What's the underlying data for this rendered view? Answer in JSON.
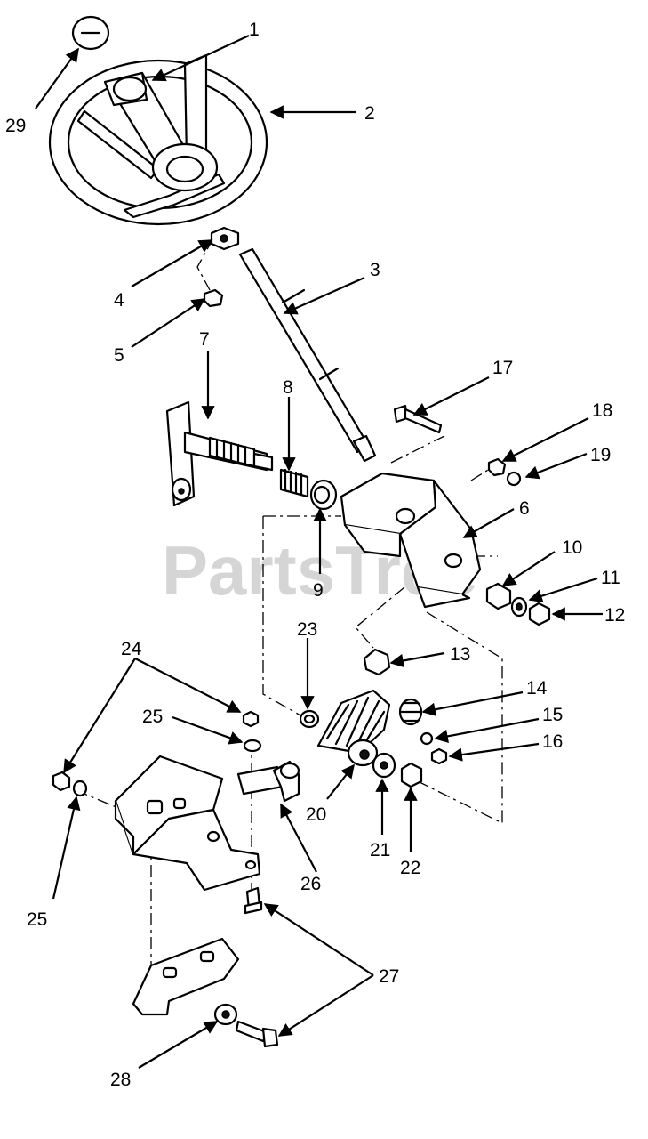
{
  "watermark": {
    "text": "PartsTree",
    "trademark": "™"
  },
  "callouts": [
    {
      "id": "c1",
      "text": "1"
    },
    {
      "id": "c2",
      "text": "2"
    },
    {
      "id": "c3",
      "text": "3"
    },
    {
      "id": "c4",
      "text": "4"
    },
    {
      "id": "c5",
      "text": "5"
    },
    {
      "id": "c6",
      "text": "6"
    },
    {
      "id": "c7",
      "text": "7"
    },
    {
      "id": "c8",
      "text": "8"
    },
    {
      "id": "c9",
      "text": "9"
    },
    {
      "id": "c10",
      "text": "10"
    },
    {
      "id": "c11",
      "text": "11"
    },
    {
      "id": "c12",
      "text": "12"
    },
    {
      "id": "c13",
      "text": "13"
    },
    {
      "id": "c14",
      "text": "14"
    },
    {
      "id": "c15",
      "text": "15"
    },
    {
      "id": "c16",
      "text": "16"
    },
    {
      "id": "c17",
      "text": "17"
    },
    {
      "id": "c18",
      "text": "18"
    },
    {
      "id": "c19",
      "text": "19"
    },
    {
      "id": "c20",
      "text": "20"
    },
    {
      "id": "c21",
      "text": "21"
    },
    {
      "id": "c22",
      "text": "22"
    },
    {
      "id": "c23",
      "text": "23"
    },
    {
      "id": "c24",
      "text": "24"
    },
    {
      "id": "c25a",
      "text": "25"
    },
    {
      "id": "c25b",
      "text": "25"
    },
    {
      "id": "c26",
      "text": "26"
    },
    {
      "id": "c27",
      "text": "27"
    },
    {
      "id": "c28",
      "text": "28"
    },
    {
      "id": "c29",
      "text": "29"
    }
  ]
}
